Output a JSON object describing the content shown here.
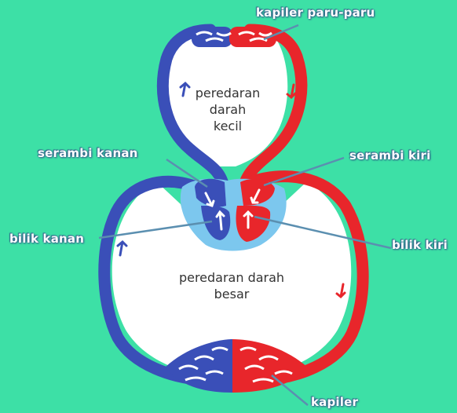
{
  "labels": {
    "kapiler_paru": "kapiler paru-paru",
    "serambi_kanan": "serambi kanan",
    "serambi_kiri": "serambi kiri",
    "bilik_kanan": "bilik kanan",
    "bilik_kiri": "bilik kiri",
    "kapiler": "kapiler",
    "peredaran_kecil": "peredaran\ndarah\nkecil",
    "peredaran_besar": "peredaran darah\nbesar"
  },
  "colors": {
    "background": "#3de0a6",
    "oxygen_poor": "#3a4fb8",
    "oxygen_rich": "#e8262b",
    "heart_sac": "#7cc7ee",
    "pointer_line": "#5b8fb0"
  }
}
